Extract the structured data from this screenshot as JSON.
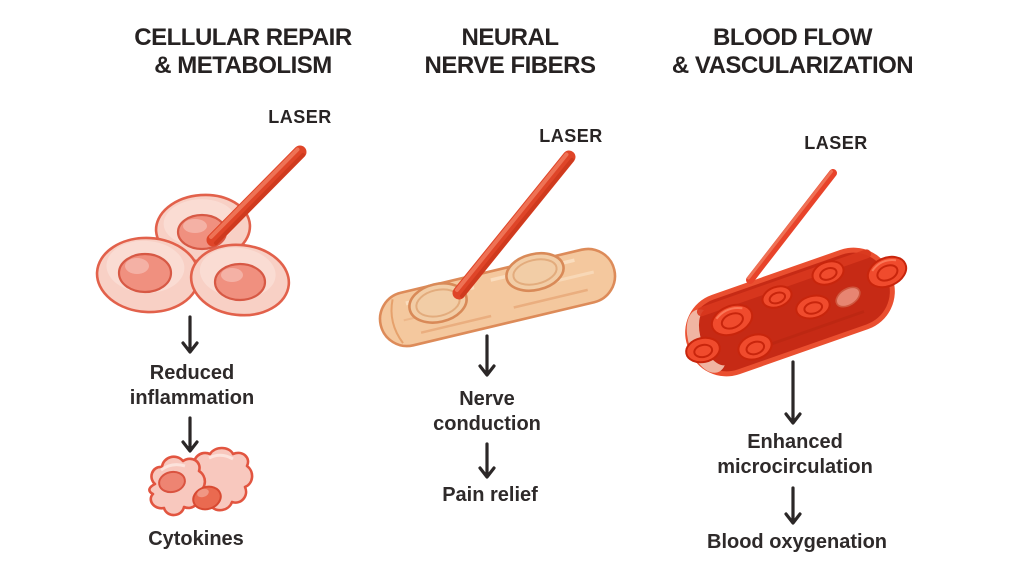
{
  "background": "#ffffff",
  "text_color": "#272323",
  "columns": [
    {
      "id": "cellular-repair",
      "title_lines": [
        "CELLULAR REPAIR",
        "& METABOLISM"
      ],
      "laser_label": "LASER",
      "illustration": "cell-cluster",
      "steps": [
        "Reduced inflammation",
        "Cytokines"
      ]
    },
    {
      "id": "neural-nerve-fibers",
      "title_lines": [
        "NEURAL",
        "NERVE FIBERS"
      ],
      "laser_label": "LASER",
      "illustration": "nerve-fiber",
      "steps": [
        "Nerve conduction",
        "Pain relief"
      ]
    },
    {
      "id": "blood-flow",
      "title_lines": [
        "BLOOD FLOW",
        "& VASCULARIZATION"
      ],
      "laser_label": "LASER",
      "illustration": "blood-vessel",
      "steps": [
        "Enhanced microcirculation",
        "Blood oxygenation"
      ]
    }
  ],
  "icons": {
    "down_arrow": "↓",
    "laser_beam": "diagonal red rod"
  },
  "colors": {
    "laser_red": "#df4528",
    "laser_red_dark": "#c53317",
    "laser_highlight": "#f0775a",
    "cell_fill": "#f8d0c5",
    "cell_stroke": "#e2614b",
    "nucleus_fill": "#f0907f",
    "nucleus_stroke": "#d75945",
    "nerve_fill": "#f4c89e",
    "nerve_stroke": "#dd8b59",
    "nerve_node_fill": "#f2cda6",
    "nerve_striation_light": "#fbe0c2",
    "nerve_striation_dark": "#e8a878",
    "vessel_outline": "#ea4f30",
    "vessel_fill": "#c62a15",
    "vessel_wall_pale": "#f0b5a2",
    "rbc_fill": "#f04b2d",
    "rbc_ring": "#c8250c",
    "rbc_pale": "#e98a77",
    "cytokine_fill": "#f8c8be",
    "cytokine_stroke": "#e25540",
    "arrow_color": "#2b2727"
  }
}
